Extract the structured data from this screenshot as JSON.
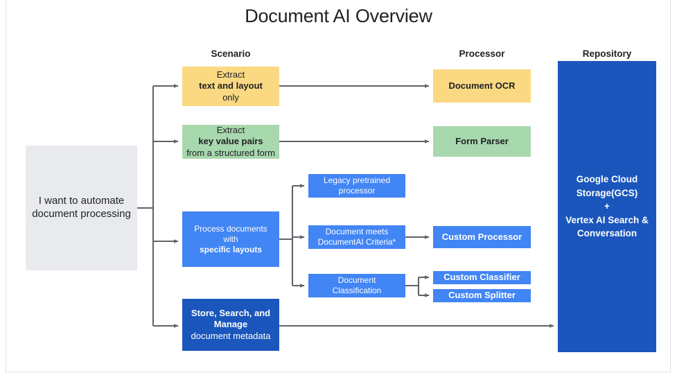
{
  "page": {
    "title": "Document AI Overview",
    "background": "#ffffff",
    "frame_border_color": "#e3e3e5"
  },
  "colors": {
    "yellow": "#fad982",
    "green": "#a8d8ae",
    "blue": "#4285f4",
    "dark_blue": "#1a56bc",
    "grey": "#e8eaed",
    "arrow": "#5f6368",
    "text_dark": "#202124",
    "text_light": "#ffffff"
  },
  "columns": [
    {
      "label": "Scenario"
    },
    {
      "label": "Processor"
    },
    {
      "label": "Repository"
    }
  ],
  "entry": {
    "label": "I want to automate document processing"
  },
  "scenarios": [
    {
      "id": "extract-text-layout",
      "color": "yellow",
      "parts": [
        {
          "text": "Extract ",
          "bold": false
        },
        {
          "text": "text and layout",
          "bold": true
        },
        {
          "text": " only",
          "bold": false
        }
      ],
      "plain": "Extract text and layout only"
    },
    {
      "id": "extract-key-value-pairs",
      "color": "green",
      "parts": [
        {
          "text": "Extract ",
          "bold": false
        },
        {
          "text": "key value pairs",
          "bold": true
        },
        {
          "text": " from a structured form",
          "bold": false
        }
      ],
      "plain": "Extract key value pairs from a structured form"
    },
    {
      "id": "process-specific-layouts",
      "color": "blue",
      "parts": [
        {
          "text": "Process documents with ",
          "bold": false
        },
        {
          "text": "specific layouts",
          "bold": true
        }
      ],
      "plain": "Process documents with specific layouts"
    },
    {
      "id": "store-search-manage",
      "color": "dark_blue",
      "parts": [
        {
          "text": "Store, Search, and Manage",
          "bold": true
        },
        {
          "text": " document metadata",
          "bold": false
        }
      ],
      "plain": "Store, Search, and Manage document metadata"
    }
  ],
  "branches": [
    {
      "id": "legacy-pretrained-processor",
      "label": "Legacy pretrained processor"
    },
    {
      "id": "document-meets-criteria",
      "label": "Document meets DocumentAI Criteria*"
    },
    {
      "id": "document-classification",
      "label": "Document Classification"
    }
  ],
  "processors": [
    {
      "id": "document-ocr",
      "label": "Document OCR",
      "color": "yellow"
    },
    {
      "id": "form-parser",
      "label": "Form Parser",
      "color": "green"
    },
    {
      "id": "custom-processor",
      "label": "Custom Processor",
      "color": "blue"
    },
    {
      "id": "custom-classifier",
      "label": "Custom Classifier",
      "color": "blue"
    },
    {
      "id": "custom-splitter",
      "label": "Custom Splitter",
      "color": "blue"
    }
  ],
  "repository": {
    "line1": "Google Cloud",
    "line2": "Storage(GCS)",
    "line3": "+",
    "line4": "Vertex AI Search &",
    "line5": "Conversation"
  }
}
